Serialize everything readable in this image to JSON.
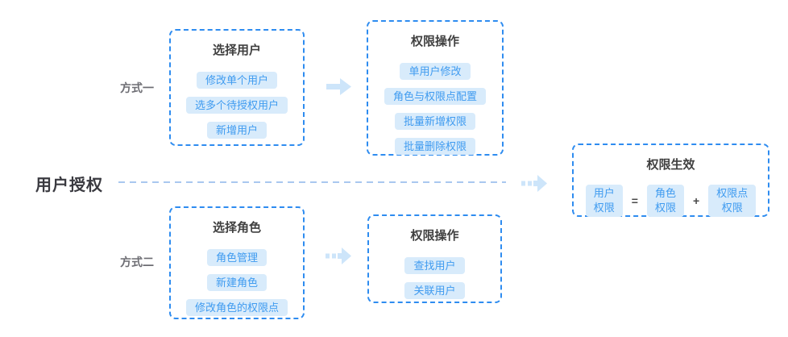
{
  "page": {
    "background": "#ffffff",
    "border_accent": "#2e8cf0",
    "chip_bg": "#d8ebfb",
    "chip_text": "#3f9bf0",
    "title_text": "#404040",
    "label_gray": "#6d6d73",
    "dash_line_color": "#a9c8ef",
    "arrow_fill": "#cde5fa"
  },
  "main_label": "用户授权",
  "methods": {
    "method1": "方式一",
    "method2": "方式二"
  },
  "boxes": {
    "select_user": {
      "title": "选择用户",
      "items": [
        "修改单个用户",
        "选多个待授权用户",
        "新增用户"
      ]
    },
    "perm_ops_top": {
      "title": "权限操作",
      "items": [
        "单用户修改",
        "角色与权限点配置",
        "批量新增权限",
        "批量删除权限"
      ]
    },
    "select_role": {
      "title": "选择角色",
      "items": [
        "角色管理",
        "新建角色",
        "修改角色的权限点"
      ]
    },
    "perm_ops_bottom": {
      "title": "权限操作",
      "items": [
        "查找用户",
        "关联用户"
      ]
    },
    "perm_effect": {
      "title": "权限生效",
      "operand_user": "用户\n权限",
      "operator_equals": "=",
      "operand_role": "角色\n权限",
      "operator_plus": "+",
      "operand_point": "权限点\n权限"
    }
  }
}
